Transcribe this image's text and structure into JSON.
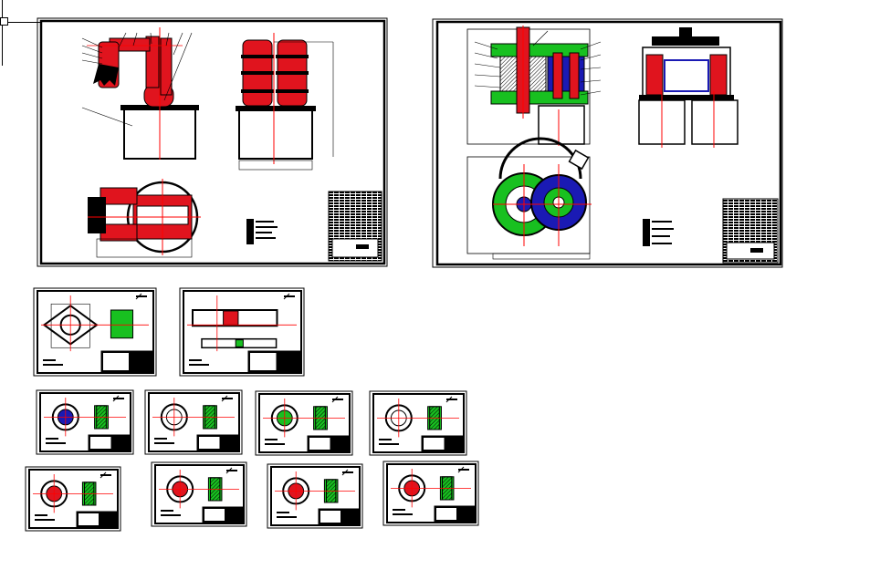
{
  "app": {
    "viewer": "CAD model space",
    "background": "#ffffff"
  },
  "colors": {
    "frame": "#000000",
    "red_part": "#e0141e",
    "green_part": "#18c020",
    "blue_part": "#1a1ab4",
    "centerline": "#ff0000",
    "hatch": "#000000"
  },
  "cursor": {
    "icon": "crosshair-pickbox-icon"
  },
  "sheets": [
    {
      "id": "assembly-main",
      "kind": "assembly-drawing",
      "content": "robot-arm-assembly"
    },
    {
      "id": "assembly-gearbox",
      "kind": "assembly-drawing",
      "content": "gear-drive-assembly"
    },
    {
      "id": "part-1",
      "kind": "detail-drawing",
      "content": "flange-part"
    },
    {
      "id": "part-2",
      "kind": "detail-drawing",
      "content": "shaft-part"
    },
    {
      "id": "part-3",
      "kind": "detail-drawing",
      "content": "gear-part"
    },
    {
      "id": "part-4",
      "kind": "detail-drawing",
      "content": "cover-part"
    },
    {
      "id": "part-5",
      "kind": "detail-drawing",
      "content": "housing-part"
    },
    {
      "id": "part-6",
      "kind": "detail-drawing",
      "content": "axle-part"
    },
    {
      "id": "part-7",
      "kind": "detail-drawing",
      "content": "bracket-part"
    },
    {
      "id": "part-8",
      "kind": "detail-drawing",
      "content": "wheel-part"
    },
    {
      "id": "part-9",
      "kind": "detail-drawing",
      "content": "bushing-part"
    },
    {
      "id": "part-10",
      "kind": "detail-drawing",
      "content": "clamp-part"
    }
  ]
}
